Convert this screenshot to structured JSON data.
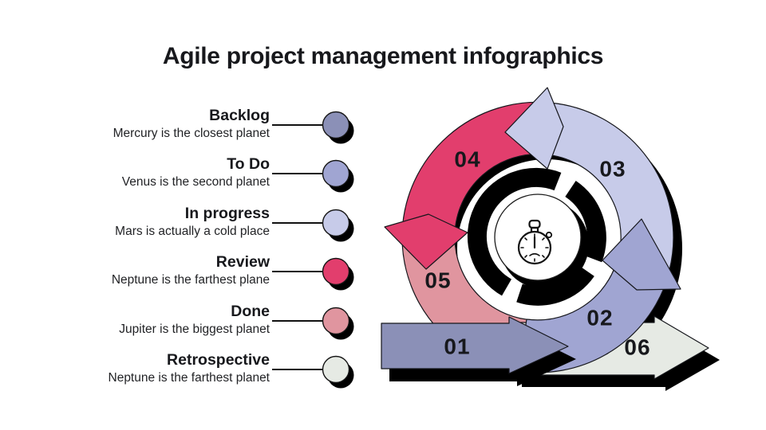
{
  "page": {
    "title": "Agile project management infographics"
  },
  "legend": {
    "items": [
      {
        "label": "Backlog",
        "description": "Mercury is the closest planet",
        "color": "#8B90B7"
      },
      {
        "label": "To Do",
        "description": "Venus is the second planet",
        "color": "#A0A5D2"
      },
      {
        "label": "In progress",
        "description": "Mars is actually a cold place",
        "color": "#C7CBE9"
      },
      {
        "label": "Review",
        "description": "Neptune is the farthest plane",
        "color": "#E23E6D"
      },
      {
        "label": "Done",
        "description": "Jupiter is the biggest planet",
        "color": "#E0959F"
      },
      {
        "label": "Retrospective",
        "description": "Neptune is the farthest planet",
        "color": "#E6EAE4"
      }
    ]
  },
  "diagram": {
    "center_icon": "stopwatch",
    "outline_color": "#15161b",
    "shadow_color": "#000000",
    "steps": [
      {
        "number": "01",
        "color": "#8B90B7"
      },
      {
        "number": "02",
        "color": "#A0A5D2"
      },
      {
        "number": "03",
        "color": "#C7CBE9"
      },
      {
        "number": "04",
        "color": "#E23E6D"
      },
      {
        "number": "05",
        "color": "#E0959F"
      },
      {
        "number": "06",
        "color": "#E6EAE4"
      }
    ]
  }
}
